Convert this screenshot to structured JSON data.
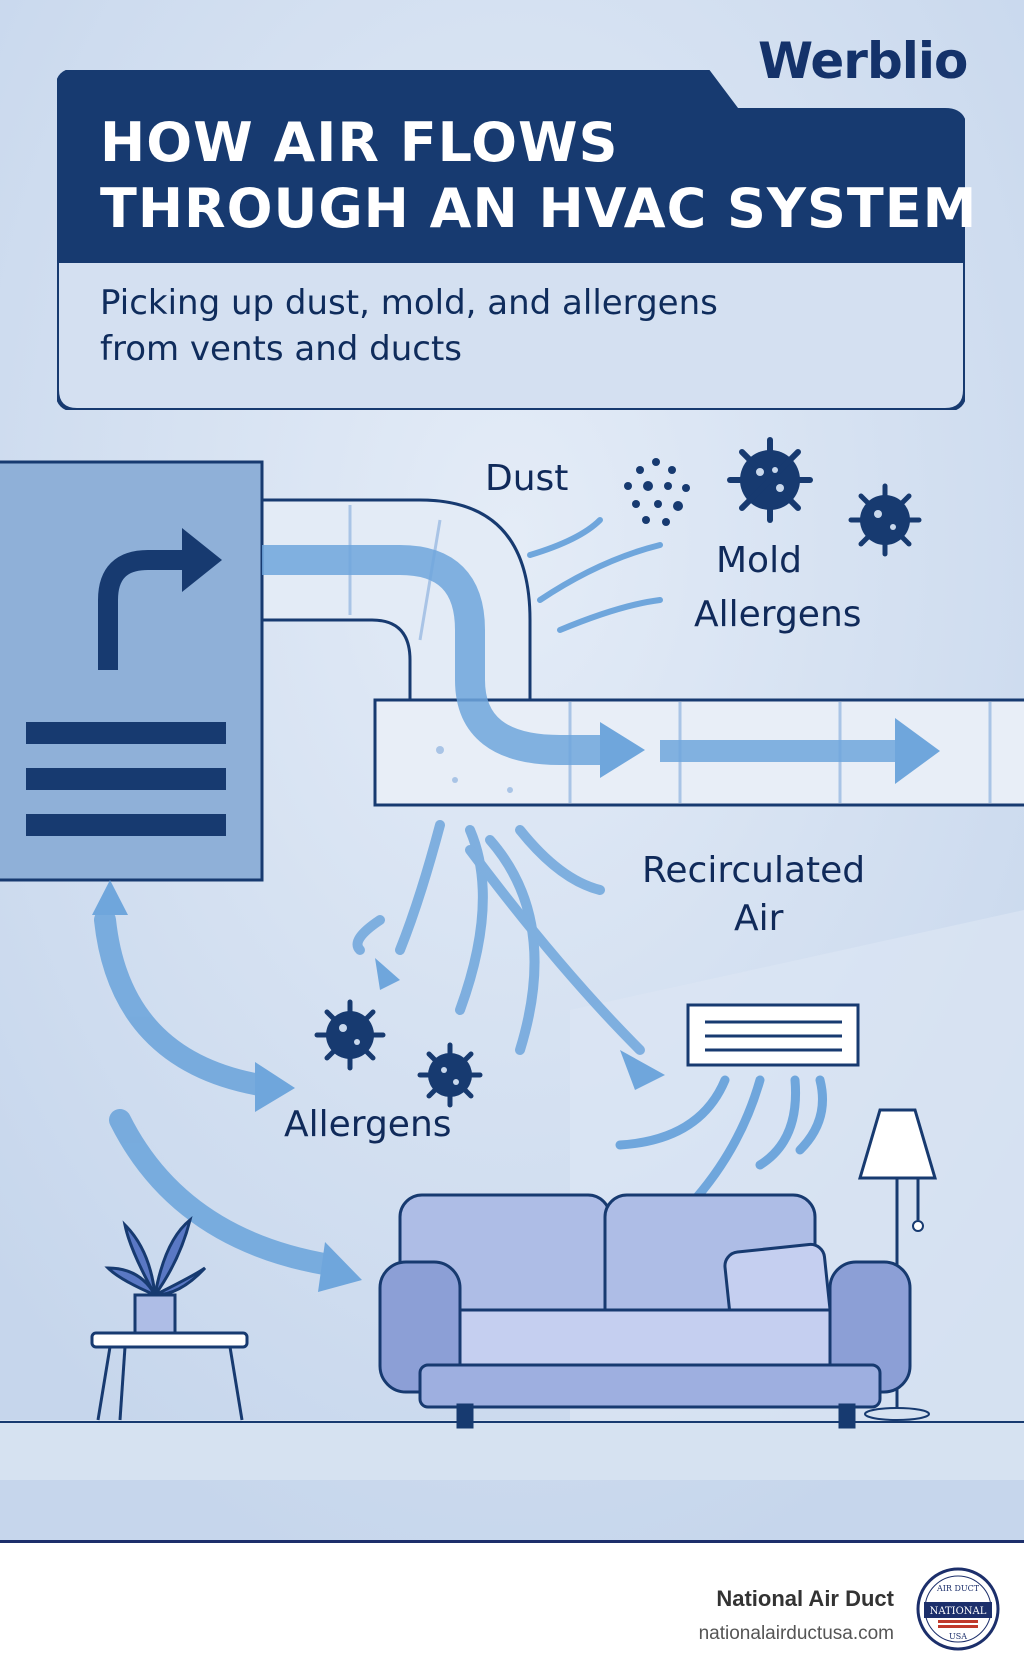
{
  "brand": {
    "name": "Werblio"
  },
  "title": {
    "line1": "HOW AIR FLOWS",
    "line2": "THROUGH AN HVAC SYSTEM"
  },
  "subtitle": {
    "line1": "Picking up dust, mold, and allergens",
    "line2": "from vents and ducts"
  },
  "labels": {
    "dust": "Dust",
    "mold": "Mold",
    "allergens_top": "Allergens",
    "recirculated_line1": "Recirculated",
    "recirculated_line2": "Air",
    "allergens_bottom": "Allergens"
  },
  "footer": {
    "company": "National Air Duct",
    "url": "nationalairductusa.com",
    "seal_top": "AIR DUCT",
    "seal_middle": "NATIONAL",
    "seal_bottom": "USA"
  },
  "colors": {
    "navy": "#173a70",
    "background": "#c9d8ec",
    "airflow": "#6fa6dc",
    "panel": "#8fb0d8"
  }
}
